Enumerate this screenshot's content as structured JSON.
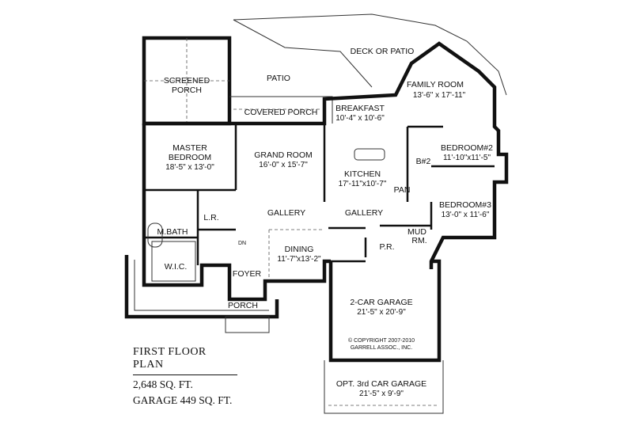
{
  "rooms": {
    "deck": "DECK OR PATIO",
    "patio": "PATIO",
    "screened_porch": [
      "SCREENED",
      "PORCH"
    ],
    "covered_porch": "COVERED PORCH",
    "family_room": "FAMILY ROOM",
    "family_room_dim": "13'-6\" x 17'-11\"",
    "breakfast": "BREAKFAST",
    "breakfast_dim": "10'-4\" x 10'-6\"",
    "master_bedroom": [
      "MASTER",
      "BEDROOM"
    ],
    "master_bedroom_dim": "18'-5\" x 13'-0\"",
    "grand_room": "GRAND ROOM",
    "grand_room_dim": "16'-0\" x 15'-7\"",
    "kitchen": "KITCHEN",
    "kitchen_dim": "17'-11\"x10'-7\"",
    "pan": "PAN",
    "b2": "B#2",
    "bedroom2": "BEDROOM#2",
    "bedroom2_dim": "11'-10\"x11'-5\"",
    "bedroom3": "BEDROOM#3",
    "bedroom3_dim": "13'-0\" x 11'-6\"",
    "lr": "L.R.",
    "gallery_left": "GALLERY",
    "gallery_right": "GALLERY",
    "mbath": "M.BATH",
    "dn": "DN",
    "dining": "DINING",
    "dining_dim": "11'-7\"x13'-2\"",
    "mud_rm": [
      "MUD",
      "RM."
    ],
    "pr": "P.R.",
    "wic": "W.I.C.",
    "foyer": "FOYER",
    "porch": "PORCH",
    "garage2": "2-CAR GARAGE",
    "garage2_dim": "21'-5\" x 20'-9\"",
    "copyright": "© COPYRIGHT 2007-2010",
    "copyright2": "GARRELL ASSOC., INC.",
    "garage3": "OPT. 3rd CAR GARAGE",
    "garage3_dim": "21'-5\" x 9'-9\""
  },
  "legend": {
    "title": "FIRST FLOOR PLAN",
    "sqft": "2,648  SQ. FT.",
    "garage": "GARAGE  449  SQ. FT."
  }
}
